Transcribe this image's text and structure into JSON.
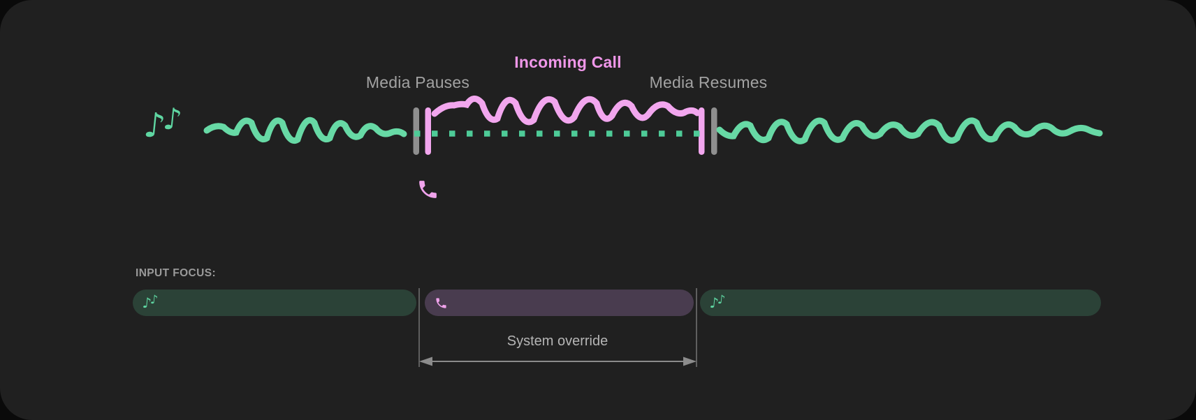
{
  "timeline": {
    "media_pauses_label": "Media Pauses",
    "incoming_call_label": "Incoming Call",
    "media_resumes_label": "Media Resumes",
    "media_icon": "music-notes-icon",
    "call_icon": "phone-icon"
  },
  "input_focus": {
    "label": "INPUT FOCUS:",
    "annotation": "System override",
    "segments": [
      {
        "name": "media-before",
        "icon": "music-notes-icon"
      },
      {
        "name": "call-override",
        "icon": "phone-icon"
      },
      {
        "name": "media-after",
        "icon": "music-notes-icon"
      }
    ]
  },
  "icons": {
    "note_glyph": "♪"
  },
  "colors": {
    "card_background": "#202020",
    "page_background": "#0a0a0a",
    "media_green": "#67d9a5",
    "media_dot_green": "#4ecb97",
    "call_pink": "#f2a6ee",
    "incoming_call_text": "#ef97e9",
    "label_gray": "#a2a2a2",
    "pause_bar_gray": "#8f8f8f",
    "focus_media_background": "#2b4237",
    "focus_call_background": "#493c4f",
    "annotation_gray": "#b5b5b5"
  }
}
